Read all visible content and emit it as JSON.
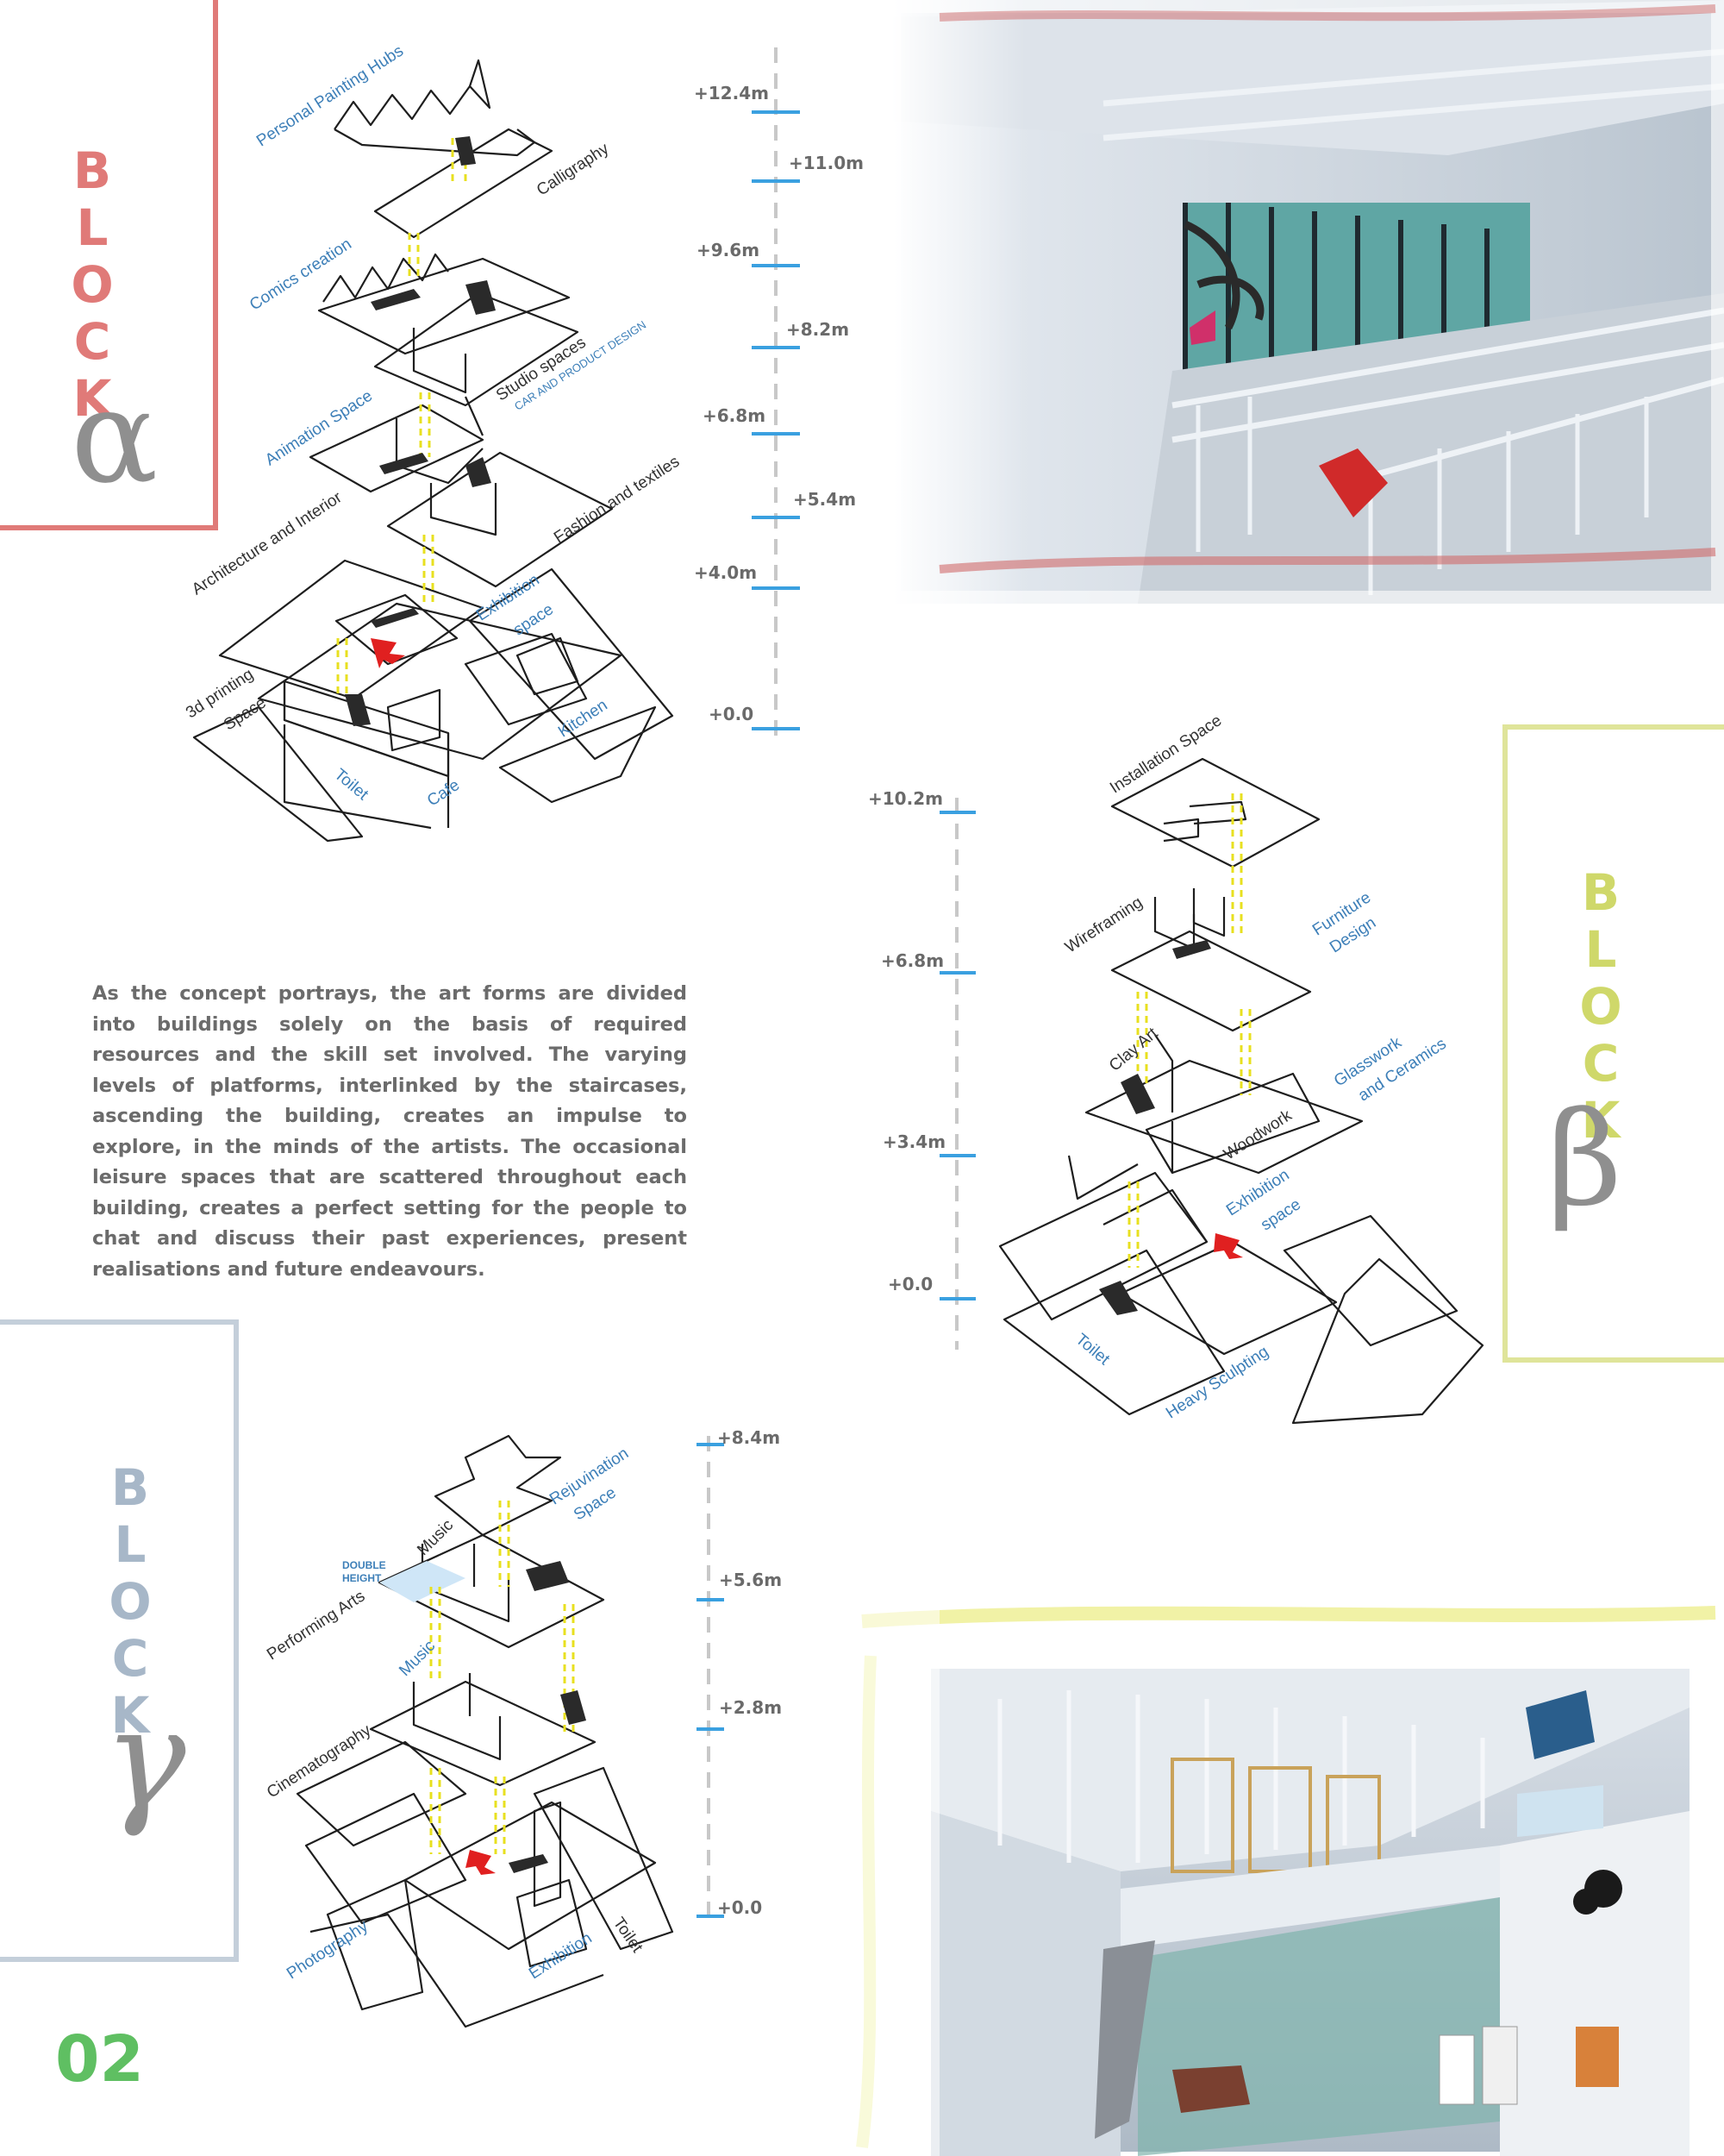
{
  "page_number": "02",
  "description": "As the concept portrays, the art forms are divided into buildings solely on the basis of required resources and the skill set involved. The varying levels of platforms, interlinked by the staircases, ascending the building, creates an impulse to explore, in the minds of the artists. The occasional leisure spaces that are scattered throughout each building, creates a perfect setting for the people to chat and discuss their past experiences, present realisations and future endeavours.",
  "block_alpha": {
    "letters": [
      "B",
      "L",
      "O",
      "C",
      "K"
    ],
    "greek": "α",
    "color": "#e07a78",
    "levels": [
      "+12.4m",
      "+11.0m",
      "+9.6m",
      "+8.2m",
      "+6.8m",
      "+5.4m",
      "+4.0m",
      "+0.0"
    ],
    "labels": {
      "personal_painting": "Personal Painting Hubs",
      "calligraphy": "Calligraphy",
      "comics": "Comics creation",
      "studio": "Studio spaces",
      "studio_sub": "CAR AND PRODUCT DESIGN",
      "animation": "Animation Space",
      "architecture": "Architecture and Interior",
      "fashion": "Fashion and textiles",
      "exhibition": "Exhibition",
      "exhibition2": "space",
      "printing": "3d printing",
      "printing2": "Space",
      "kitchen": "Kitchen",
      "toilet": "Toilet",
      "cafe": "Cafe"
    }
  },
  "block_beta": {
    "letters": [
      "B",
      "L",
      "O",
      "C",
      "K"
    ],
    "greek": "β",
    "color": "#cfd86a",
    "levels": [
      "+10.2m",
      "+6.8m",
      "+3.4m",
      "+0.0"
    ],
    "labels": {
      "installation": "Installation Space",
      "wireframing": "Wireframing",
      "furniture": "Furniture",
      "furniture2": "Design",
      "clay": "Clay Art",
      "glasswork": "Glasswork",
      "glasswork2": "and Ceramics",
      "woodwork": "Woodwork",
      "exhibition": "Exhibition",
      "exhibition2": "space",
      "toilet": "Toilet",
      "heavy": "Heavy Sculpting"
    }
  },
  "block_gamma": {
    "letters": [
      "B",
      "L",
      "O",
      "C",
      "K"
    ],
    "greek": "γ",
    "color": "#a7b7c8",
    "levels": [
      "+8.4m",
      "+5.6m",
      "+2.8m",
      "+0.0"
    ],
    "labels": {
      "rejuvination": "Rejuvination",
      "rejuvination2": "Space",
      "music_top": "Music",
      "double1": "DOUBLE",
      "double2": "HEIGHT",
      "performing": "Performing Arts",
      "music": "Music",
      "cinematography": "Cinematography",
      "photography": "Photography",
      "exhibition": "Exhibition",
      "toilet": "Toilet"
    }
  },
  "colors": {
    "level_tick": "#3aa0e0",
    "text_blue": "#3d7fb8",
    "page_number": "#5fbf62"
  }
}
